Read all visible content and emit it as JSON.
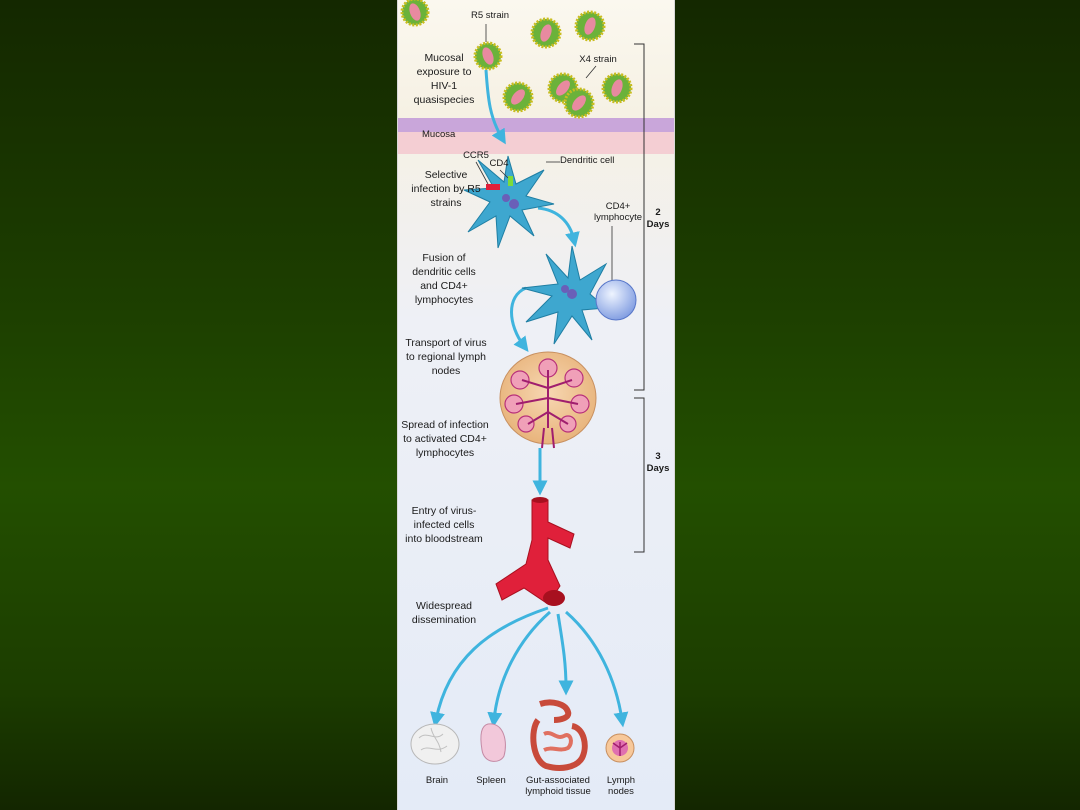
{
  "labels": {
    "r5_strain": "R5 strain",
    "x4_strain": "X4 strain",
    "mucosal_exposure": "Mucosal exposure to HIV-1 quasispecies",
    "mucosa": "Mucosa",
    "ccr5": "CCR5",
    "cd4": "CD4",
    "dendritic_cell": "Dendritic cell",
    "selective_infection": "Selective infection by R5 strains",
    "cd4_lymphocyte": "CD4+ lymphocyte",
    "fusion": "Fusion of dendritic cells and CD4+ lymphocytes",
    "transport": "Transport of virus to regional lymph nodes",
    "spread": "Spread of infection to activated CD4+ lymphocytes",
    "entry": "Entry of virus-infected cells into bloodstream",
    "widespread": "Widespread dissemination",
    "two_days": "2 Days",
    "three_days": "3 Days"
  },
  "organs": [
    {
      "label": "Brain"
    },
    {
      "label": "Spleen"
    },
    {
      "label": "Gut-associated lymphoid tissue"
    },
    {
      "label": "Lymph nodes"
    }
  ],
  "colors": {
    "arrow": "#3fb4de",
    "dendritic": "#3ea7cf",
    "vessel": "#e0203a",
    "virus_ring": "#c9bd1f"
  }
}
